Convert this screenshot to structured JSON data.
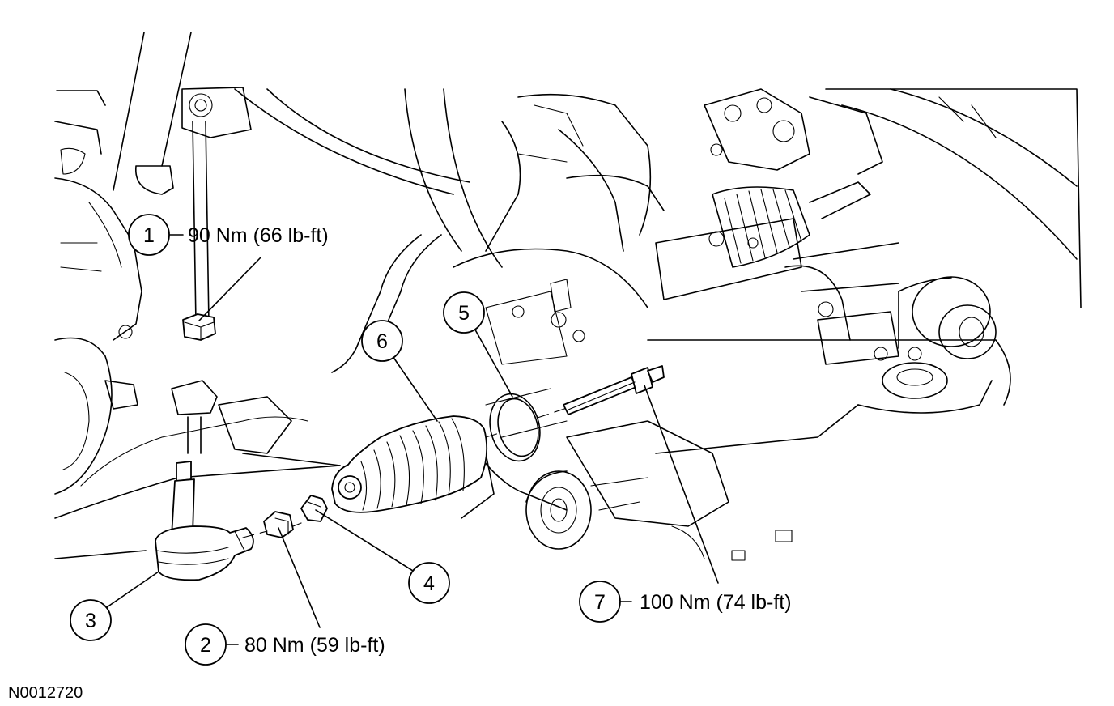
{
  "figure": {
    "id": "N0012720"
  },
  "callouts": [
    {
      "num": "1",
      "torque": "90 Nm (66 lb-ft)"
    },
    {
      "num": "2",
      "torque": "80 Nm (59 lb-ft)"
    },
    {
      "num": "3",
      "torque": ""
    },
    {
      "num": "4",
      "torque": ""
    },
    {
      "num": "5",
      "torque": ""
    },
    {
      "num": "6",
      "torque": ""
    },
    {
      "num": "7",
      "torque": "100 Nm (74 lb-ft)"
    }
  ]
}
